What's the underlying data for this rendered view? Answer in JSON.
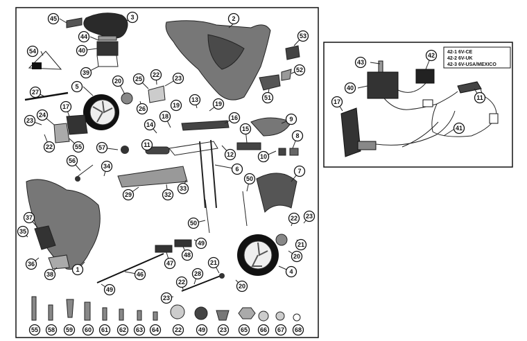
{
  "main_diagram": {
    "labels": [
      "45",
      "3",
      "2",
      "44",
      "53",
      "54",
      "40",
      "52",
      "39",
      "22",
      "23",
      "5",
      "20",
      "25",
      "51",
      "27",
      "26",
      "13",
      "19",
      "19",
      "16",
      "24",
      "17",
      "18",
      "9",
      "23",
      "22",
      "14",
      "55",
      "15",
      "8",
      "57",
      "11",
      "12",
      "10",
      "56",
      "34",
      "6",
      "7",
      "29",
      "32",
      "33",
      "50",
      "37",
      "35",
      "50",
      "22",
      "23",
      "21",
      "36",
      "49",
      "20",
      "47",
      "48",
      "38",
      "1",
      "46",
      "21",
      "4",
      "20",
      "22",
      "28",
      "49",
      "23"
    ],
    "hardware_labels": [
      "55",
      "58",
      "59",
      "60",
      "61",
      "62",
      "63",
      "64",
      "22",
      "49",
      "23",
      "65",
      "66",
      "67",
      "68"
    ]
  },
  "wiring_inset": {
    "labels": [
      "43",
      "42",
      "40",
      "11",
      "17",
      "41"
    ],
    "kit_lines": [
      "42-1  6V-CE",
      "42-2  6V-UK",
      "42-3  6V-USA/MEXICO"
    ]
  },
  "colors": {
    "ink": "#111111",
    "paper": "#ffffff",
    "shade": "#6b6b6b"
  }
}
